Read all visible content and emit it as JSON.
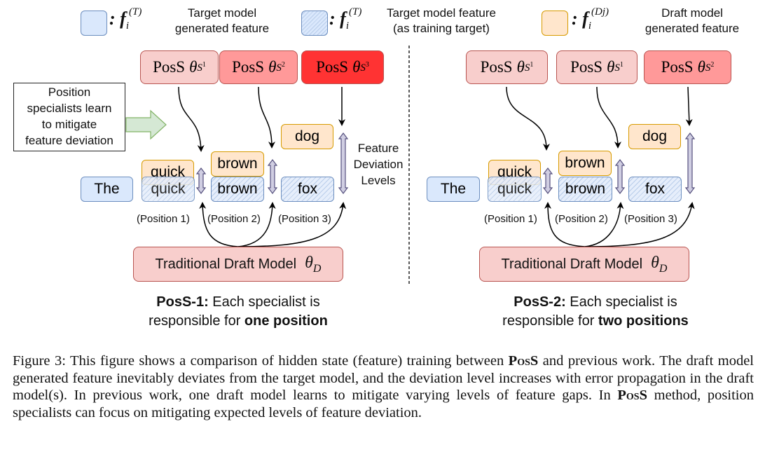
{
  "legend": [
    {
      "swatch": "target-generated",
      "symbol": "f",
      "sub": "i",
      "sup": "(T)",
      "label_line1": "Target model",
      "label_line2": "generated feature"
    },
    {
      "swatch": "target-training",
      "symbol": "f",
      "sub": "i",
      "sup": "(T)",
      "label_line1": "Target model feature",
      "label_line2": "(as training target)"
    },
    {
      "swatch": "draft-generated",
      "symbol": "f",
      "sub": "i",
      "sup": "(Dj)",
      "label_line1": "Draft model",
      "label_line2": "generated feature"
    }
  ],
  "colon": ":",
  "side_note": {
    "lines": [
      "Position",
      "specialists learn",
      "to mitigate",
      "feature deviation"
    ]
  },
  "feature_deviation_label": {
    "lines": [
      "Feature",
      "Deviation",
      "Levels"
    ]
  },
  "panels": [
    {
      "id": "poss-1",
      "specialists": [
        {
          "prefix": "PosS",
          "theta": "θ",
          "sub": "S",
          "sup": "1",
          "intensity": "light"
        },
        {
          "prefix": "PosS",
          "theta": "θ",
          "sub": "S",
          "sup": "2",
          "intensity": "medium"
        },
        {
          "prefix": "PosS",
          "theta": "θ",
          "sub": "S",
          "sup": "3",
          "intensity": "strong"
        }
      ],
      "tokens": {
        "context": "The",
        "target": [
          "quick",
          "brown",
          "fox"
        ],
        "draft": [
          "quick",
          "brown",
          "dog"
        ]
      },
      "positions": [
        "(Position 1)",
        "(Position 2)",
        "(Position 3)"
      ],
      "draft_model": {
        "label": "Traditional Draft Model",
        "theta": "θ",
        "sub": "D"
      },
      "caption": {
        "bold_prefix": "PosS-1:",
        "text1": " Each specialist is",
        "text2": "responsible for ",
        "bold_suffix": "one position"
      }
    },
    {
      "id": "poss-2",
      "specialists": [
        {
          "prefix": "PosS",
          "theta": "θ",
          "sub": "S",
          "sup": "1",
          "intensity": "light"
        },
        {
          "prefix": "PosS",
          "theta": "θ",
          "sub": "S",
          "sup": "1",
          "intensity": "light"
        },
        {
          "prefix": "PosS",
          "theta": "θ",
          "sub": "S",
          "sup": "2",
          "intensity": "medium"
        }
      ],
      "tokens": {
        "context": "The",
        "target": [
          "quick",
          "brown",
          "fox"
        ],
        "draft": [
          "quick",
          "brown",
          "dog"
        ]
      },
      "positions": [
        "(Position 1)",
        "(Position 2)",
        "(Position 3)"
      ],
      "draft_model": {
        "label": "Traditional Draft Model",
        "theta": "θ",
        "sub": "D"
      },
      "caption": {
        "bold_prefix": "PosS-2:",
        "text1": " Each specialist is",
        "text2": "responsible for ",
        "bold_suffix": "two positions"
      }
    }
  ],
  "colors": {
    "target_fill": "#dae8fc",
    "target_border": "#6c8ebf",
    "draft_fill": "#ffe6cc",
    "draft_border": "#d79b00",
    "poss_light": "#f8cecc",
    "poss_medium": "#ff9999",
    "poss_strong": "#ff3333",
    "poss_border": "#b85450",
    "side_arrow": "#d5e8d4",
    "side_arrow_border": "#82b366",
    "deviation_arrow": "#d0cee2",
    "deviation_arrow_border": "#56517e"
  },
  "figure_caption": {
    "label": "Figure 3:",
    "part1": " This figure shows a comparison of hidden state (feature) training between ",
    "poss1": "PosS",
    "part2": " and previous work. The draft model generated feature inevitably deviates from the target model, and the deviation level increases with error propagation in the draft model(s). In previous work, one draft model learns to mitigate varying levels of feature gaps. In ",
    "poss2": "PosS",
    "part3": " method, position specialists can focus on mitigating expected levels of feature deviation."
  }
}
